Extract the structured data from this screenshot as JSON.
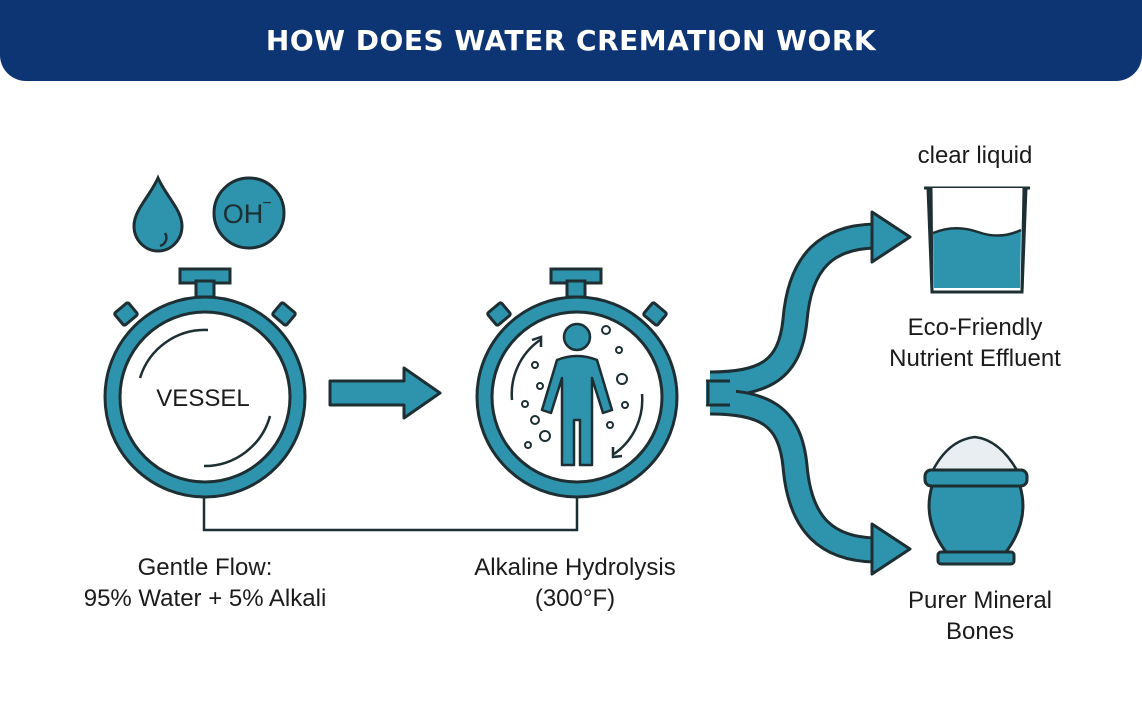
{
  "header": {
    "title": "HOW DOES WATER CREMATION WORK"
  },
  "icons": {
    "ion_label": "OH",
    "ion_sup": "−"
  },
  "vessel": {
    "label": "VESSEL"
  },
  "steps": {
    "flow": {
      "line1": "Gentle Flow:",
      "line2": "95% Water + 5% Alkali"
    },
    "hydrolysis": {
      "line1": "Alkaline Hydrolysis",
      "line2": "(300°F)"
    }
  },
  "outputs": {
    "liquid": {
      "caption": "clear liquid",
      "line1": "Eco-Friendly",
      "line2": "Nutrient Effluent"
    },
    "bones": {
      "line1": "Purer Mineral",
      "line2": "Bones"
    }
  },
  "colors": {
    "teal": "#2e93ad",
    "outline": "#1d2f33",
    "banner": "#0d3574"
  }
}
